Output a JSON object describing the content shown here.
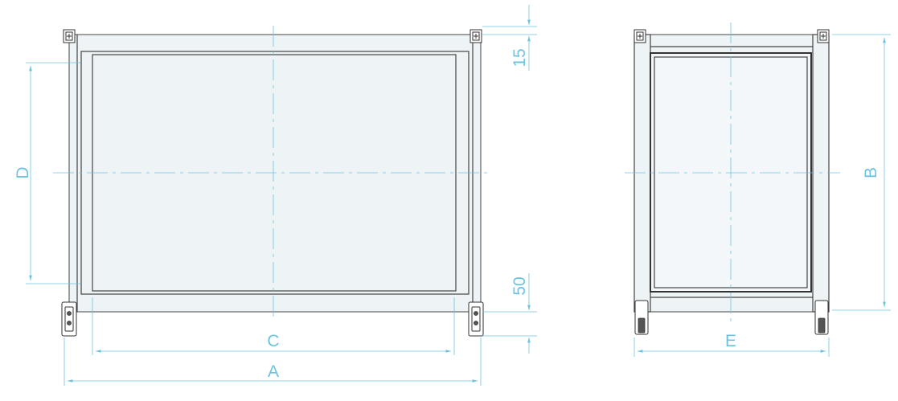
{
  "dimensions": {
    "a": "A",
    "b": "B",
    "c": "C",
    "d": "D",
    "e": "E",
    "offset_top": "15",
    "offset_bottom": "50"
  },
  "colors": {
    "dimension": "#6cc3e0",
    "outline": "#444444",
    "panel": "#eef3f6"
  }
}
